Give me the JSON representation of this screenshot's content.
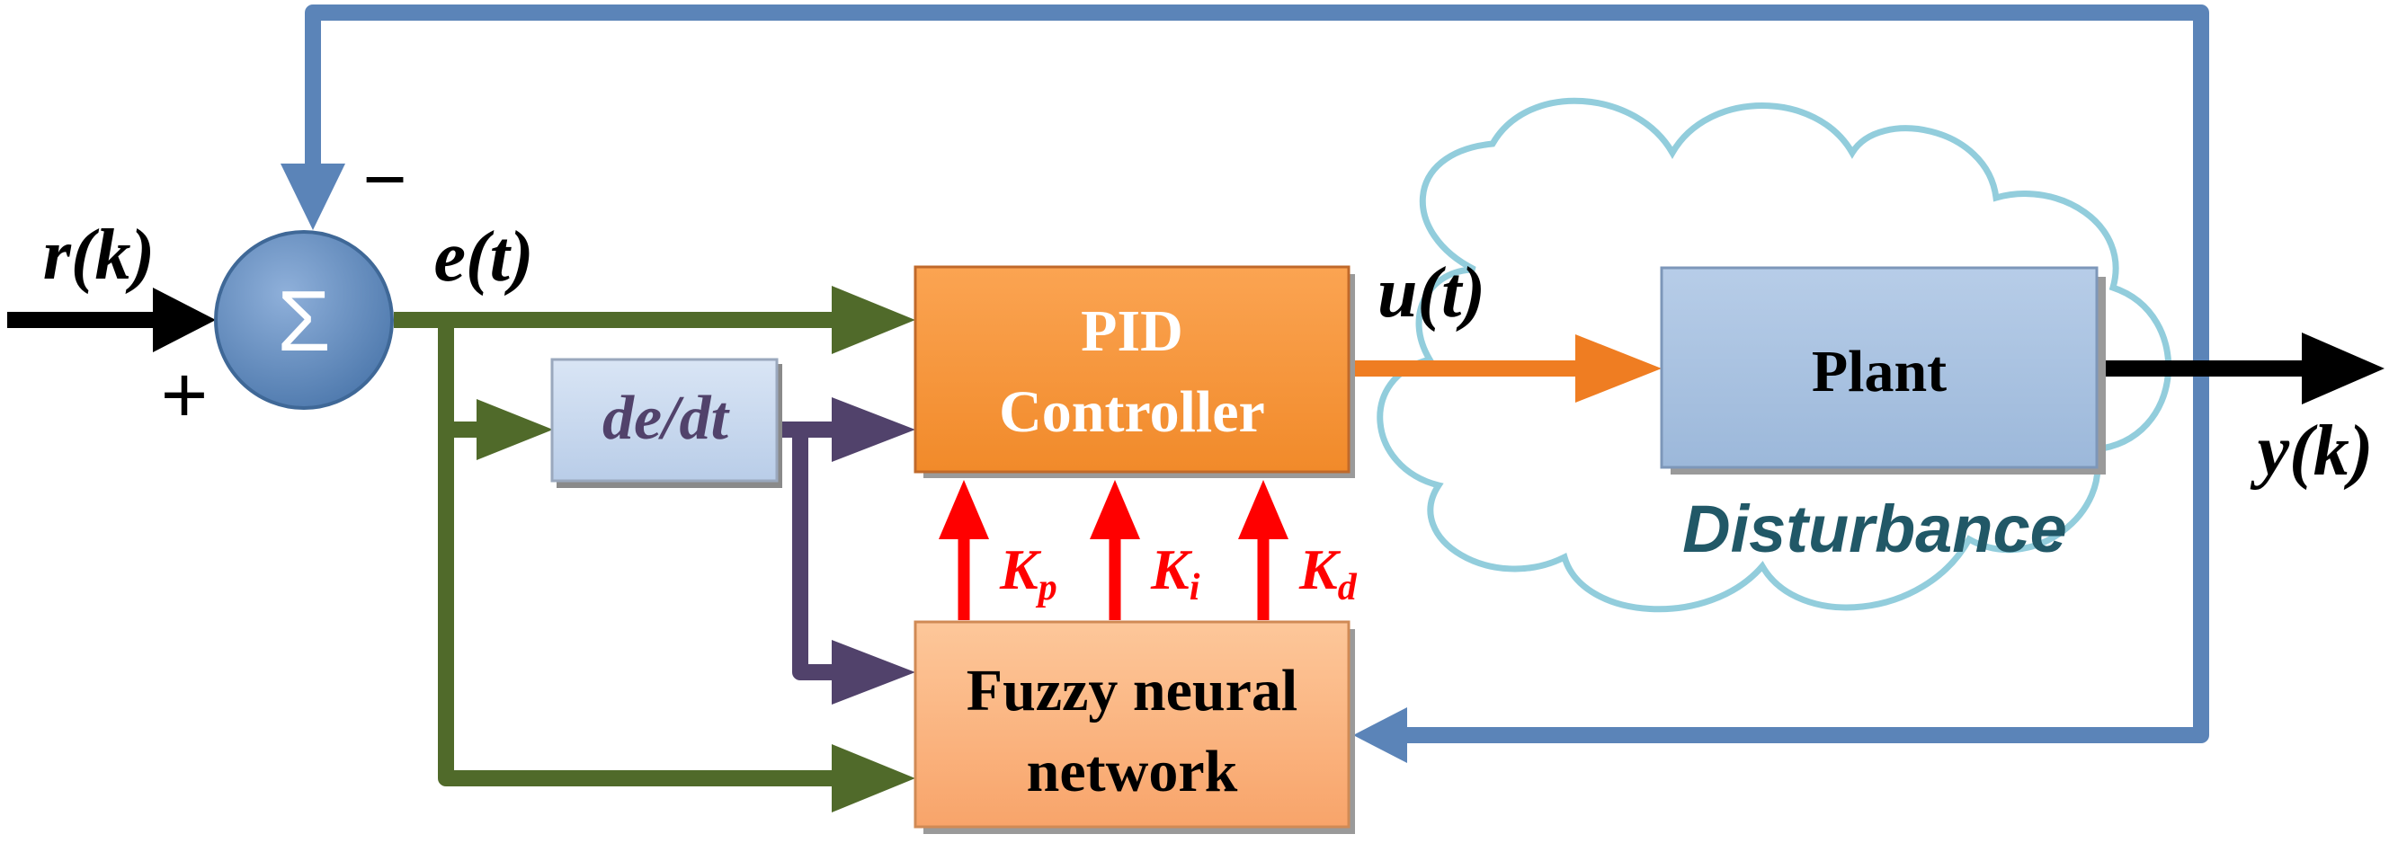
{
  "summing_junction": {
    "symbol": "Σ",
    "plus_sign": "+",
    "minus_sign": "−"
  },
  "signals": {
    "reference_input": "r(k)",
    "error": "e(t)",
    "control": "u(t)",
    "output": "y(k)"
  },
  "blocks": {
    "derivative": "de/dt",
    "pid_controller": {
      "line1": "PID",
      "line2": "Controller"
    },
    "fuzzy_neural_network": {
      "line1": "Fuzzy neural",
      "line2": "network"
    },
    "plant": "Plant",
    "disturbance": "Disturbance"
  },
  "gains": {
    "kp": {
      "main": "K",
      "sub": "p"
    },
    "ki": {
      "main": "K",
      "sub": "i"
    },
    "kd": {
      "main": "K",
      "sub": "d"
    }
  },
  "colors": {
    "feedback_blue": "#5b84b8",
    "error_green": "#506a2a",
    "derivative_purple": "#51426b",
    "control_orange": "#ef7d22",
    "gain_red": "#ff0000",
    "pid_fill": "#f79a3c",
    "fnn_fill": "#fbb47f",
    "plant_fill": "#a6c0df",
    "derivative_fill": "#c6d7ef",
    "cloud_stroke": "#92cddc",
    "disturbance_text": "#215867"
  }
}
